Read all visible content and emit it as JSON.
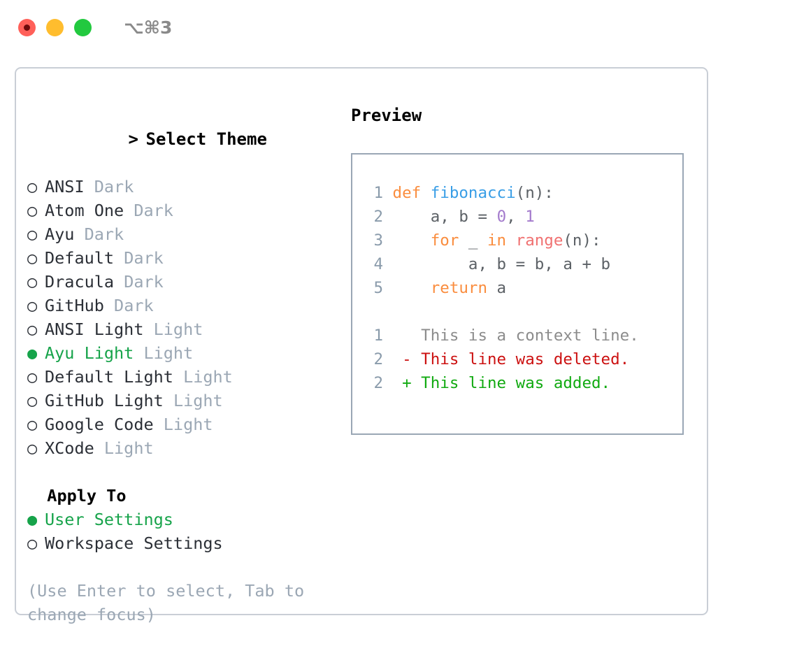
{
  "titlebar": {
    "traffic_lights": [
      "close-red",
      "minimize-yellow",
      "maximize-green"
    ],
    "shortcut": "⌥⌘3"
  },
  "theme_panel": {
    "heading_marker": "> ",
    "heading": "Select Theme",
    "radio_unselected": "○ ",
    "radio_selected": "● ",
    "items": [
      {
        "name": "ANSI",
        "tag": "Dark",
        "selected": false
      },
      {
        "name": "Atom One",
        "tag": "Dark",
        "selected": false
      },
      {
        "name": "Ayu",
        "tag": "Dark",
        "selected": false
      },
      {
        "name": "Default",
        "tag": "Dark",
        "selected": false
      },
      {
        "name": "Dracula",
        "tag": "Dark",
        "selected": false
      },
      {
        "name": "GitHub",
        "tag": "Dark",
        "selected": false
      },
      {
        "name": "ANSI Light",
        "tag": "Light",
        "selected": false
      },
      {
        "name": "Ayu Light",
        "tag": "Light",
        "selected": true
      },
      {
        "name": "Default Light",
        "tag": "Light",
        "selected": false
      },
      {
        "name": "GitHub Light",
        "tag": "Light",
        "selected": false
      },
      {
        "name": "Google Code",
        "tag": "Light",
        "selected": false
      },
      {
        "name": "XCode",
        "tag": "Light",
        "selected": false
      }
    ]
  },
  "apply_to": {
    "heading": "  Apply To",
    "options": [
      {
        "label": "User Settings",
        "selected": true
      },
      {
        "label": "Workspace Settings",
        "selected": false
      }
    ]
  },
  "hint": "(Use Enter to select, Tab to change focus)",
  "preview": {
    "title": "Preview",
    "code_lines": [
      {
        "n": "1",
        "tokens": [
          {
            "t": "def ",
            "c": "kw"
          },
          {
            "t": "fibonacci",
            "c": "fn"
          },
          {
            "t": "(n):",
            "c": "punc"
          }
        ]
      },
      {
        "n": "2",
        "tokens": [
          {
            "t": "    a, b = ",
            "c": "pln"
          },
          {
            "t": "0",
            "c": "num"
          },
          {
            "t": ", ",
            "c": "pln"
          },
          {
            "t": "1",
            "c": "num"
          }
        ]
      },
      {
        "n": "3",
        "tokens": [
          {
            "t": "    ",
            "c": "pln"
          },
          {
            "t": "for",
            "c": "kw"
          },
          {
            "t": " _ ",
            "c": "pln"
          },
          {
            "t": "in",
            "c": "kw"
          },
          {
            "t": " ",
            "c": "pln"
          },
          {
            "t": "range",
            "c": "blt"
          },
          {
            "t": "(n):",
            "c": "punc"
          }
        ]
      },
      {
        "n": "4",
        "tokens": [
          {
            "t": "        a, b = b, a + b",
            "c": "pln"
          }
        ]
      },
      {
        "n": "5",
        "tokens": [
          {
            "t": "    ",
            "c": "pln"
          },
          {
            "t": "return",
            "c": "kw"
          },
          {
            "t": " a",
            "c": "pln"
          }
        ]
      }
    ],
    "diff_lines": [
      {
        "n": "1",
        "sign": " ",
        "text": " This is a context line.",
        "kind": "context"
      },
      {
        "n": "2",
        "sign": "-",
        "text": " This line was deleted.",
        "kind": "deleted"
      },
      {
        "n": "2",
        "sign": "+",
        "text": " This line was added.",
        "kind": "added"
      }
    ]
  },
  "colors": {
    "accent_green": "#16a34a",
    "tag_gray": "#9ba7b4",
    "keyword_orange": "#fa8d3e",
    "function_blue": "#399ee6",
    "number_purple": "#a37acc",
    "builtin_salmon": "#f07171",
    "diff_delete_red": "#cc1111",
    "diff_add_green": "#11aa11",
    "panel_border": "#c9ced6",
    "preview_border": "#9aa7b5"
  }
}
